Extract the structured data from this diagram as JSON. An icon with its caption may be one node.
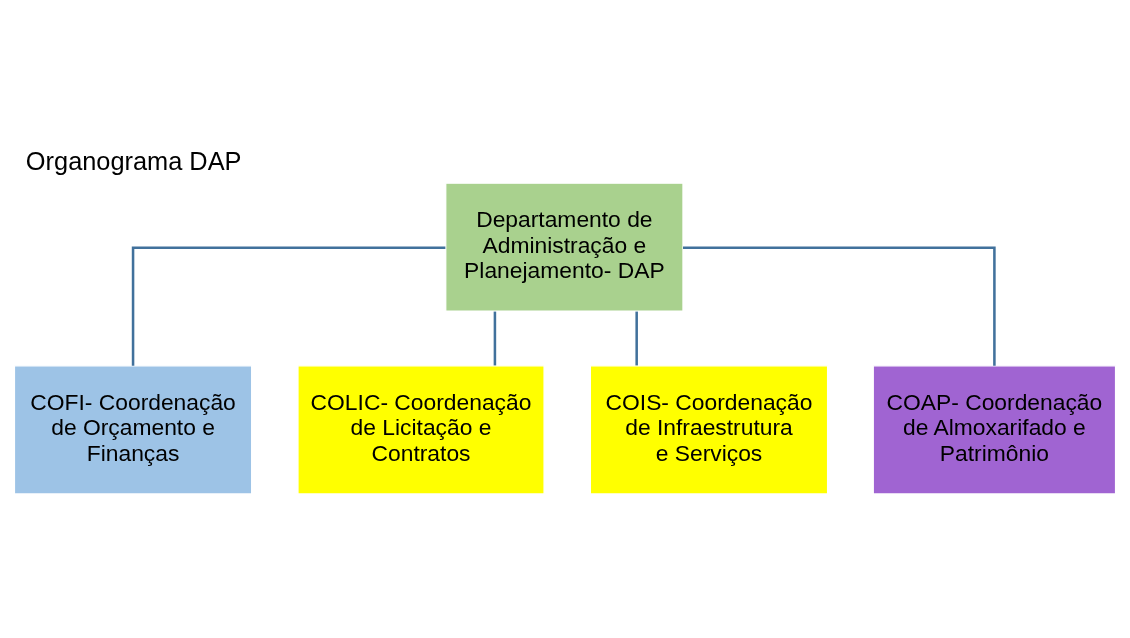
{
  "diagram": {
    "title": "Organograma DAP",
    "nodes": [
      {
        "text": [
          "Departamento de Administração e Planejamento- DAP"
        ]
      },
      {
        "text": [
          "COFI- Coordenação de Orçamento e Finanças"
        ]
      },
      {
        "text": [
          "COLIC- Coordenação de Licitação e Contratos"
        ]
      },
      {
        "text": [
          "COIS- Coordenação de Infraestrutura e Serviços"
        ]
      },
      {
        "text": [
          "COAP- Coordenação de Almoxarifado e Patrimônio"
        ]
      }
    ],
    "edges": [
      {
        "from": 0,
        "to": 1,
        "arrow": "none"
      },
      {
        "from": 0,
        "to": 2,
        "arrow": "none"
      },
      {
        "from": 0,
        "to": 3,
        "arrow": "none"
      },
      {
        "from": 0,
        "to": 4,
        "arrow": "none"
      }
    ]
  }
}
